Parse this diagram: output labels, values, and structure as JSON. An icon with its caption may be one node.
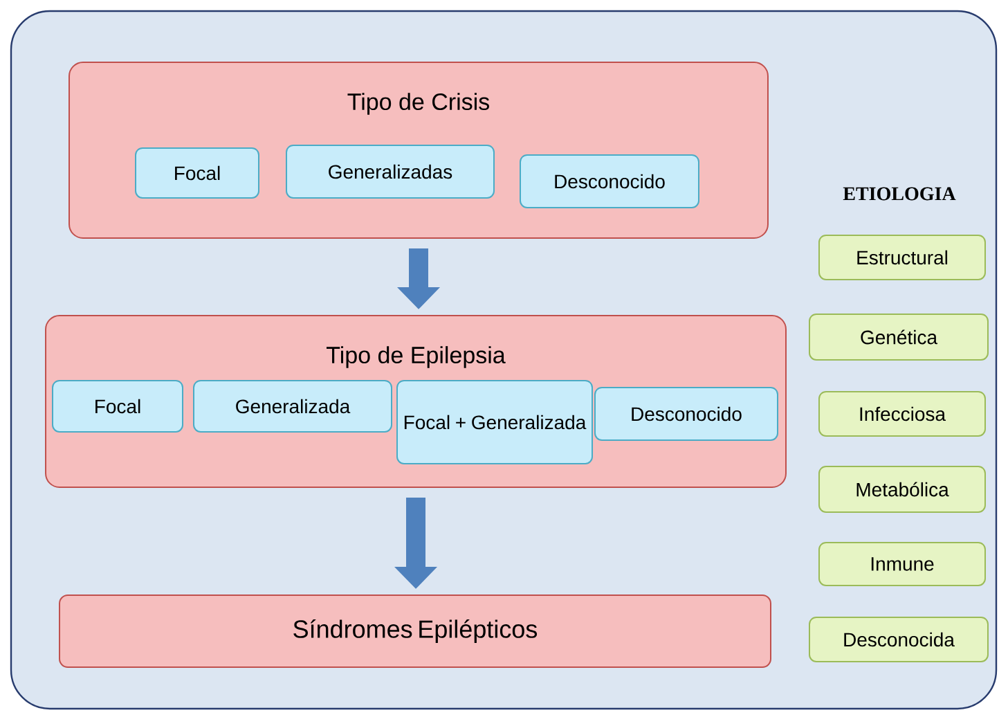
{
  "diagram": {
    "nodes": [
      {
        "text": [],
        "shape": "box"
      },
      {
        "text": [
          "Tipo de Crisis"
        ],
        "in": 0
      },
      {
        "text": [
          "Focal"
        ],
        "in": 1
      },
      {
        "text": [
          "Generalizadas"
        ],
        "in": 1
      },
      {
        "text": [
          "Desconocido"
        ],
        "in": 1
      },
      {
        "text": [
          "Tipo de Epilepsia"
        ],
        "in": 0
      },
      {
        "text": [
          "Focal"
        ],
        "in": 5
      },
      {
        "text": [
          "Generalizada"
        ],
        "in": 5
      },
      {
        "text": [
          "Focal + Generalizada"
        ],
        "in": 5
      },
      {
        "text": [
          "Desconocido"
        ],
        "in": 5
      },
      {
        "text": [
          "Síndromes Epilépticos"
        ],
        "in": 0
      },
      {
        "text": [
          "Estructural"
        ],
        "in": 0
      },
      {
        "text": [
          "Genética"
        ],
        "in": 0
      },
      {
        "text": [
          "Infecciosa"
        ],
        "in": 0
      },
      {
        "text": [
          "Metabólica"
        ],
        "in": 0
      },
      {
        "text": [
          "Inmune"
        ],
        "in": 0
      },
      {
        "text": [
          "Desconocida"
        ],
        "in": 0
      }
    ],
    "edges": [
      {
        "from": 1,
        "to": 5,
        "arrow": "to"
      },
      {
        "from": 5,
        "to": 10,
        "arrow": "to"
      }
    ],
    "labels": [
      "ETIOLOGIA"
    ]
  }
}
